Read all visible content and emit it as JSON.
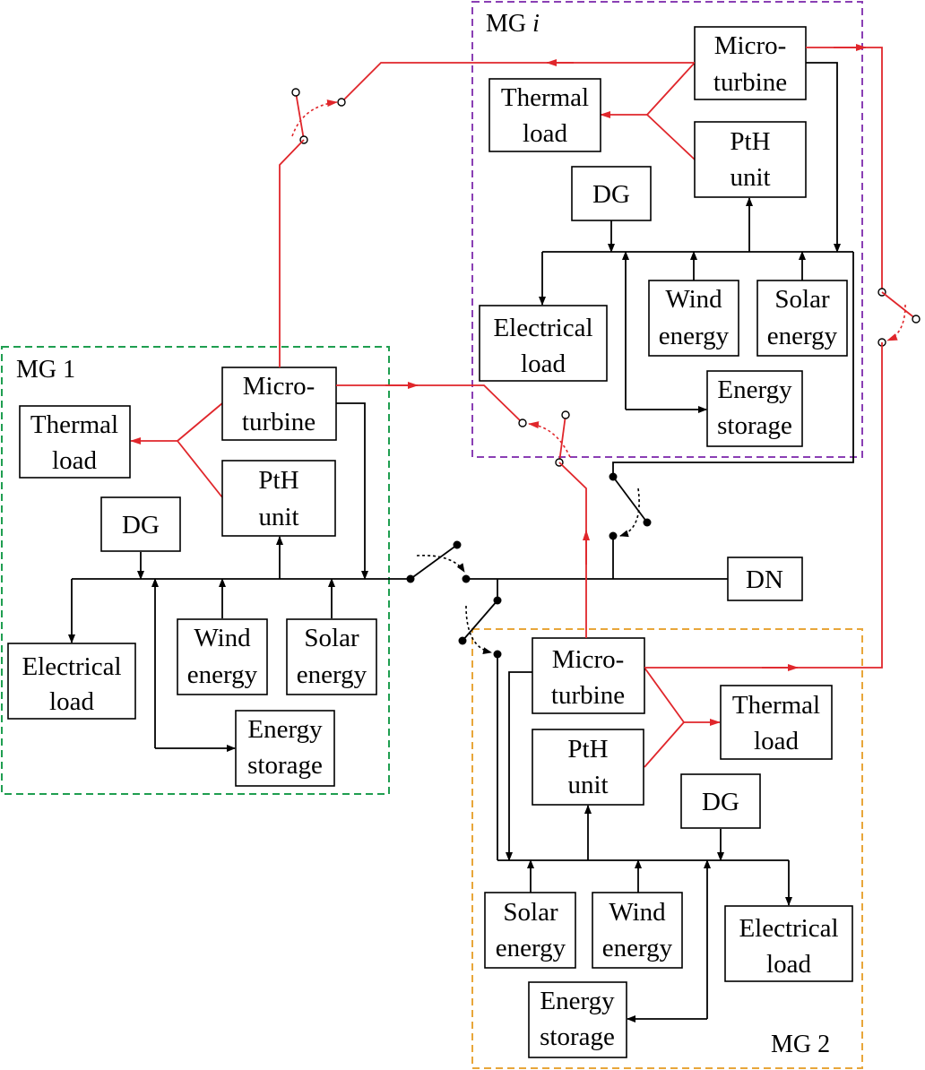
{
  "microgrids": {
    "mg1": {
      "title": "MG 1",
      "border_color": "#1f9e50",
      "thermal_load": [
        "Thermal",
        "load"
      ],
      "microturbine": [
        "Micro-",
        "turbine"
      ],
      "pth_unit": [
        "PtH",
        "unit"
      ],
      "dg": "DG",
      "electrical_load": [
        "Electrical",
        "load"
      ],
      "wind_energy": [
        "Wind",
        "energy"
      ],
      "solar_energy": [
        "Solar",
        "energy"
      ],
      "energy_storage": [
        "Energy",
        "storage"
      ]
    },
    "mgi": {
      "title": "MG",
      "title_italic": "i",
      "border_color": "#8a3fb4",
      "thermal_load": [
        "Thermal",
        "load"
      ],
      "microturbine": [
        "Micro-",
        "turbine"
      ],
      "pth_unit": [
        "PtH",
        "unit"
      ],
      "dg": "DG",
      "electrical_load": [
        "Electrical",
        "load"
      ],
      "wind_energy": [
        "Wind",
        "energy"
      ],
      "solar_energy": [
        "Solar",
        "energy"
      ],
      "energy_storage": [
        "Energy",
        "storage"
      ]
    },
    "mg2": {
      "title": "MG 2",
      "border_color": "#e8a63a",
      "thermal_load": [
        "Thermal",
        "load"
      ],
      "microturbine": [
        "Micro-",
        "turbine"
      ],
      "pth_unit": [
        "PtH",
        "unit"
      ],
      "dg": "DG",
      "electrical_load": [
        "Electrical",
        "load"
      ],
      "wind_energy": [
        "Wind",
        "energy"
      ],
      "solar_energy": [
        "Solar",
        "energy"
      ],
      "energy_storage": [
        "Energy",
        "storage"
      ]
    }
  },
  "distribution_network": "DN",
  "colors": {
    "electrical_line": "#000000",
    "thermal_line": "#e0262b"
  }
}
